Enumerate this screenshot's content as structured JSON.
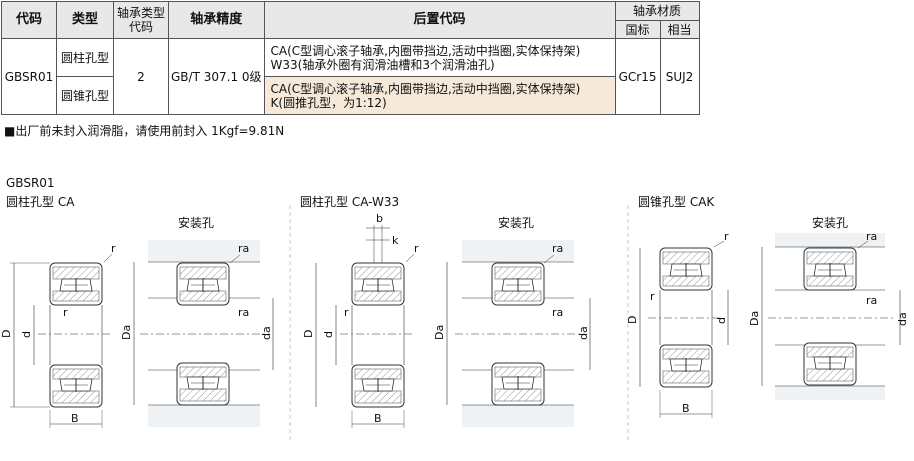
{
  "table": {
    "headers": {
      "code": "代码",
      "type": "类型",
      "bearing_type_code": "轴承类型代码",
      "precision": "轴承精度",
      "suffix": "后置代码",
      "material": "轴承材质",
      "material_std": "国标",
      "material_equiv": "相当"
    },
    "row": {
      "code": "GBSR01",
      "type_cyl": "圆柱孔型",
      "type_tap": "圆锥孔型",
      "bearing_type_code": "2",
      "precision": "GB/T 307.1 0级",
      "suffix_cyl_1": "CA(C型调心滚子轴承,内圈带挡边,活动中挡圈,实体保持架)",
      "suffix_cyl_2": "W33(轴承外圈有润滑油槽和3个润滑油孔)",
      "suffix_tap_1": "CA(C型调心滚子轴承,内圈带挡边,活动中挡圈,实体保持架)",
      "suffix_tap_2": "K(圆推孔型，为1:12)",
      "material_std": "GCr15",
      "material_equiv": "SUJ2"
    }
  },
  "note": "■出厂前未封入润滑脂，请使用前封入 1Kgf=9.81N",
  "drawings": {
    "series": "GBSR01",
    "d1_title": "圆柱孔型 CA",
    "d2_title": "圆柱孔型 CA-W33",
    "d3_title": "圆锥孔型 CAK",
    "install_label": "安装孔",
    "dim_D": "D",
    "dim_d": "d",
    "dim_B": "B",
    "dim_r": "r",
    "dim_Da": "Da",
    "dim_da": "da",
    "dim_ra": "ra",
    "dim_b": "b",
    "dim_k": "k"
  }
}
